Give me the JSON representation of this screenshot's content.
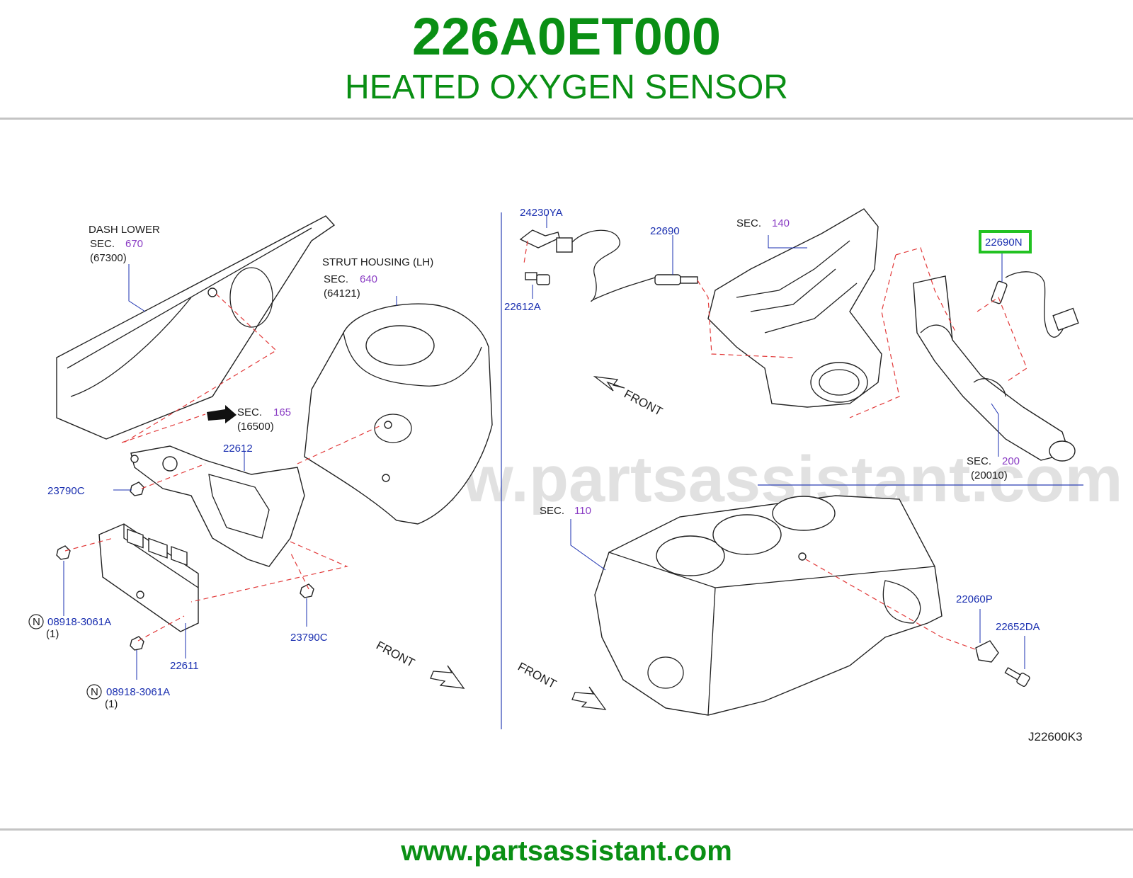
{
  "header": {
    "part_number": "226A0ET000",
    "part_name": "HEATED OXYGEN SENSOR"
  },
  "footer": {
    "url": "www.partsassistant.com"
  },
  "diagram": {
    "watermark": "www.partsassistant.com",
    "code": "J22600K3",
    "front_label": "FRONT",
    "sec_prefix": "SEC.",
    "highlight_color": "#22c222",
    "labels": {
      "dash_lower": "DASH LOWER",
      "sec_670": "670",
      "ref_67300": "(67300)",
      "strut_housing": "STRUT HOUSING (LH)",
      "sec_640": "640",
      "ref_64121": "(64121)",
      "sec_165": "165",
      "ref_16500": "(16500)",
      "pn_22612": "22612",
      "pn_23790c_a": "23790C",
      "pn_23790c_b": "23790C",
      "pn_08918_a": "08918-3061A",
      "qty_a": "(1)",
      "pn_08918_b": "08918-3061A",
      "qty_b": "(1)",
      "pn_22611": "22611",
      "n_badge": "N",
      "pn_24230ya": "24230YA",
      "pn_22612a": "22612A",
      "pn_22690": "22690",
      "sec_140": "140",
      "pn_22690n": "22690N",
      "sec_200": "200",
      "ref_20010": "(20010)",
      "sec_110": "110",
      "pn_22060p": "22060P",
      "pn_22652da": "22652DA"
    }
  }
}
